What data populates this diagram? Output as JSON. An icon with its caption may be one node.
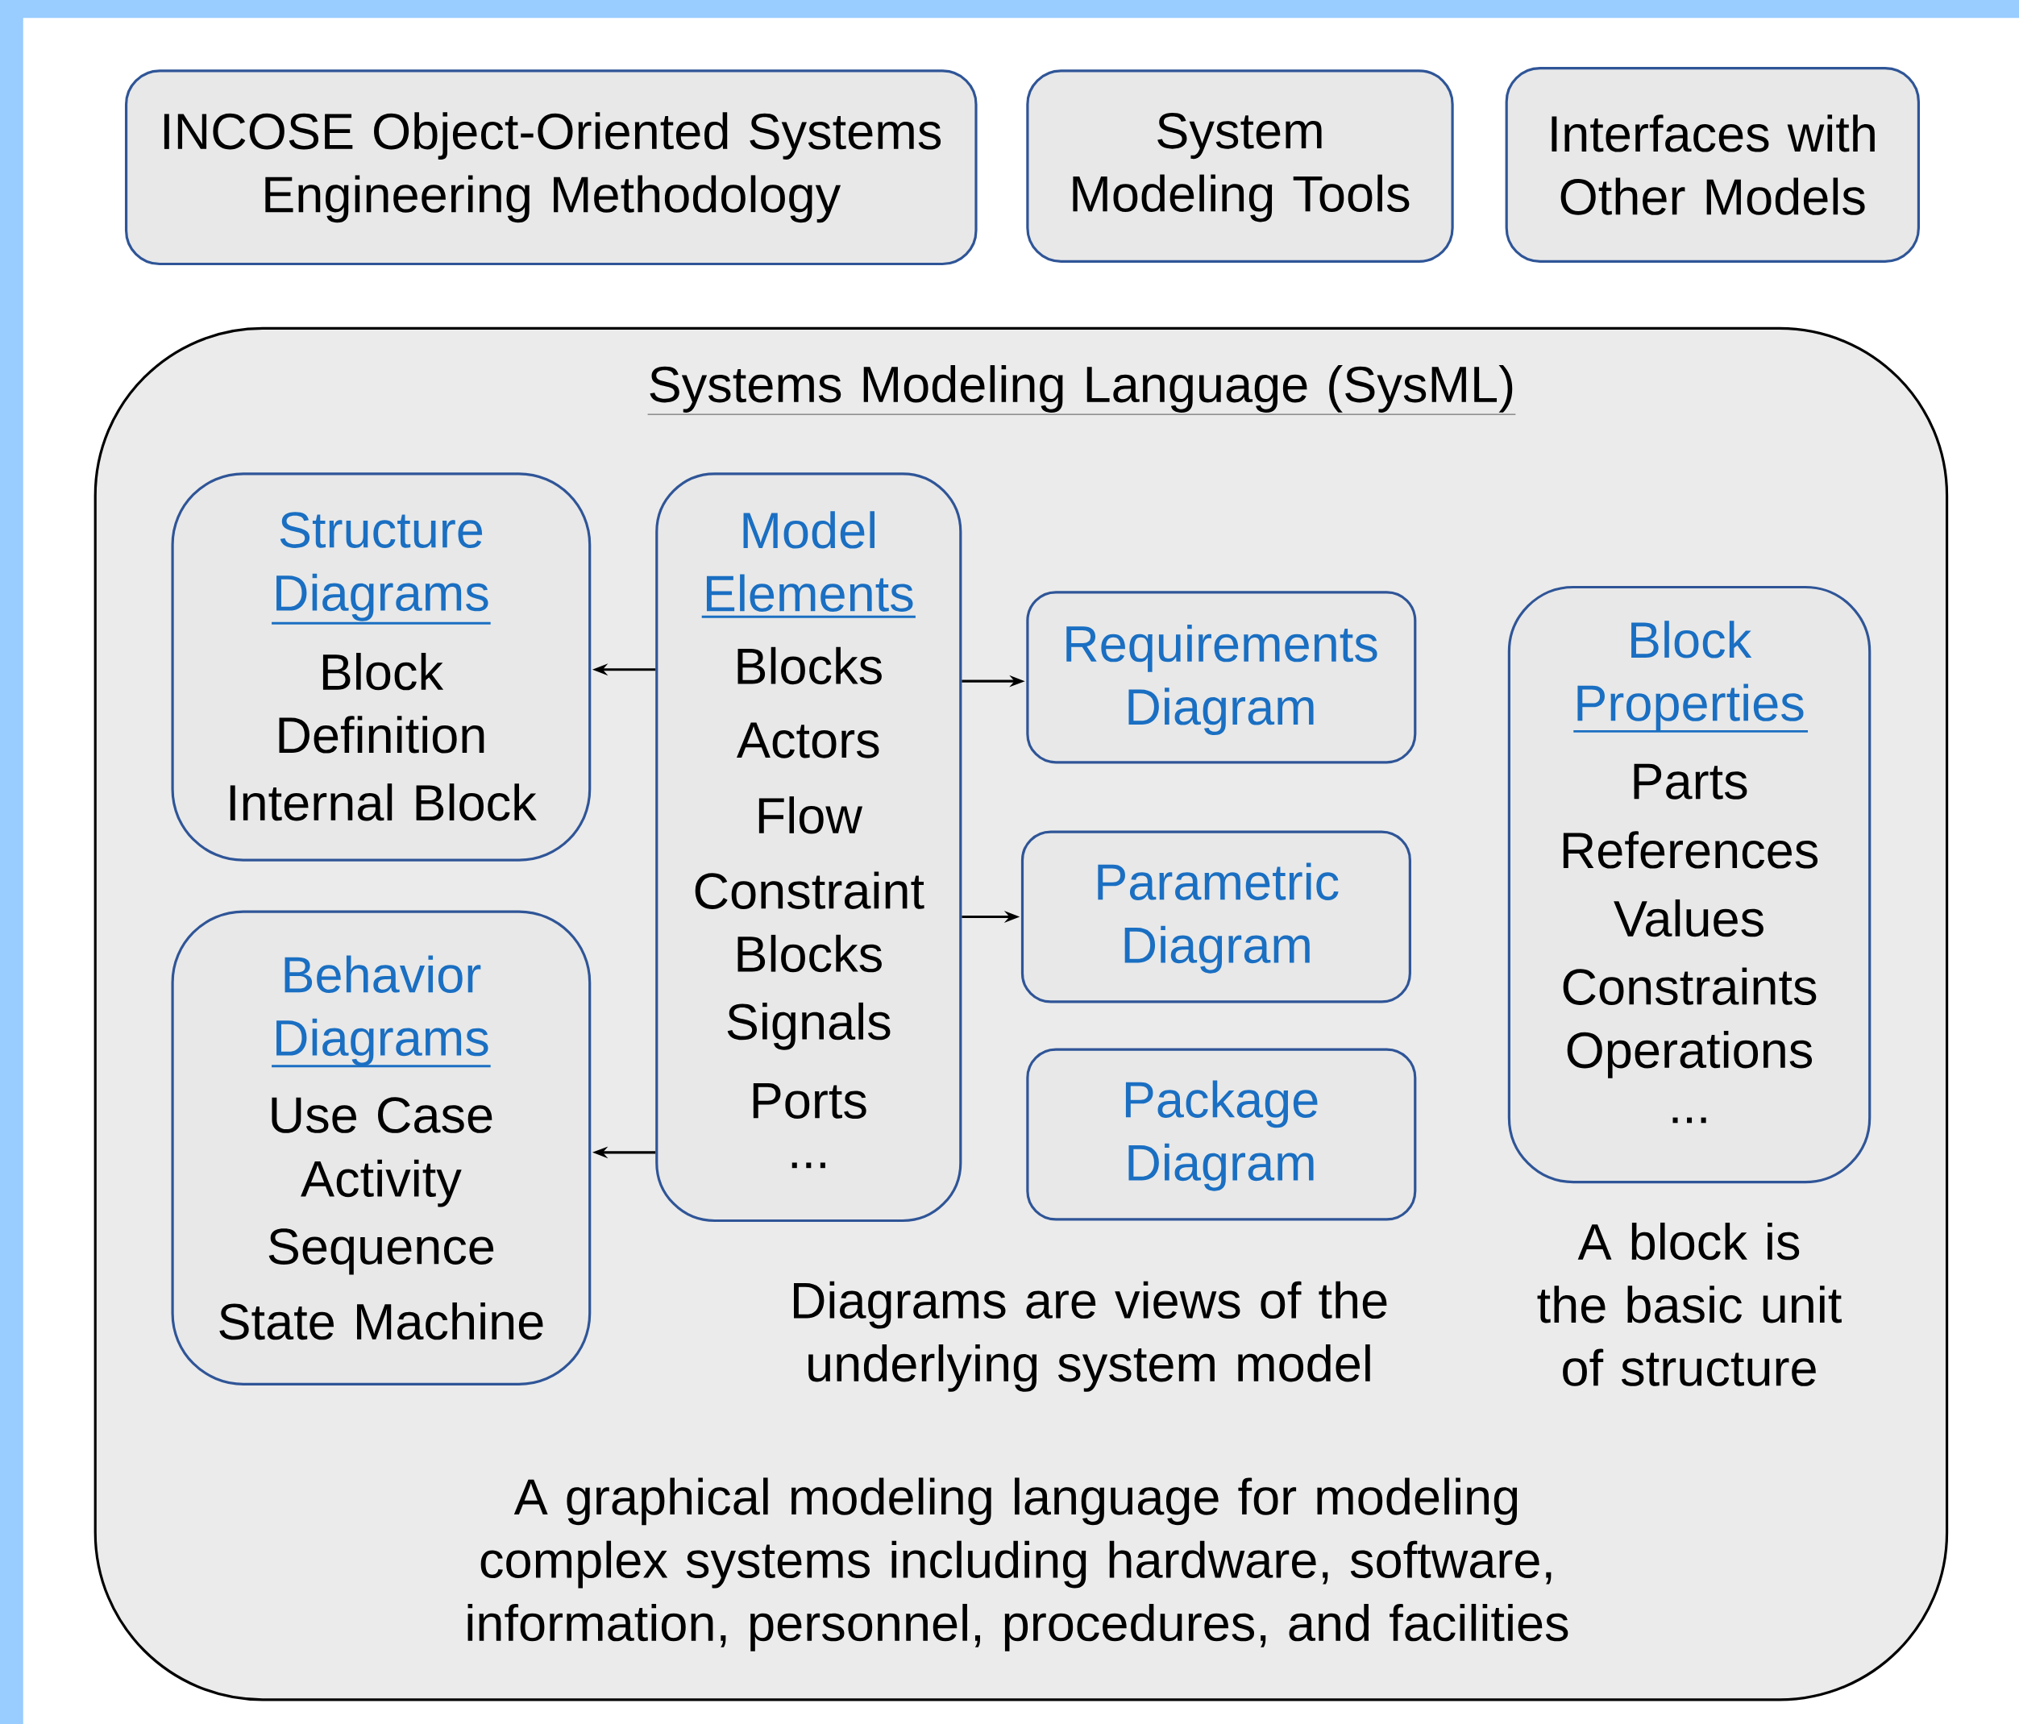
{
  "diagram": {
    "nodes": [
      {
        "text": [
          "INCOSE Object-Oriented Systems Engineering Methodology"
        ]
      },
      {
        "text": [
          "System Modeling Tools"
        ]
      },
      {
        "text": [
          "Interfaces with Other Models"
        ]
      },
      {
        "text": [
          "Systems Modeling Language (SysML)",
          "A graphical modeling language for modeling complex systems including hardware, software, information, personnel, procedures, and facilities"
        ]
      },
      {
        "text": [
          "Structure Diagrams",
          "Block Definition",
          "Internal Block"
        ],
        "in": 3
      },
      {
        "text": [
          "Behavior Diagrams",
          "Use Case",
          "Activity",
          "Sequence",
          "State Machine"
        ],
        "in": 3
      },
      {
        "text": [
          "Model Elements",
          "Blocks",
          "Actors",
          "Flow",
          "Constraint Blocks",
          "Signals",
          "Ports",
          "..."
        ],
        "in": 3
      },
      {
        "text": [
          "Requirements Diagram"
        ],
        "in": 3
      },
      {
        "text": [
          "Parametric Diagram"
        ],
        "in": 3
      },
      {
        "text": [
          "Package Diagram"
        ],
        "in": 3
      },
      {
        "text": [
          "Block Properties",
          "Parts",
          "References",
          "Values",
          "Constraints",
          "Operations",
          "..."
        ],
        "in": 3,
        "beside": [
          "A block is the basic unit of structure"
        ]
      }
    ],
    "edges": [
      {
        "from": 6,
        "to": 4,
        "arrow": "to"
      },
      {
        "from": 6,
        "to": 5,
        "arrow": "to"
      },
      {
        "from": 6,
        "to": 7,
        "arrow": "to"
      },
      {
        "from": 6,
        "to": 8,
        "arrow": "to"
      }
    ],
    "labels": [
      "Diagrams are views of the underlying system model"
    ]
  }
}
